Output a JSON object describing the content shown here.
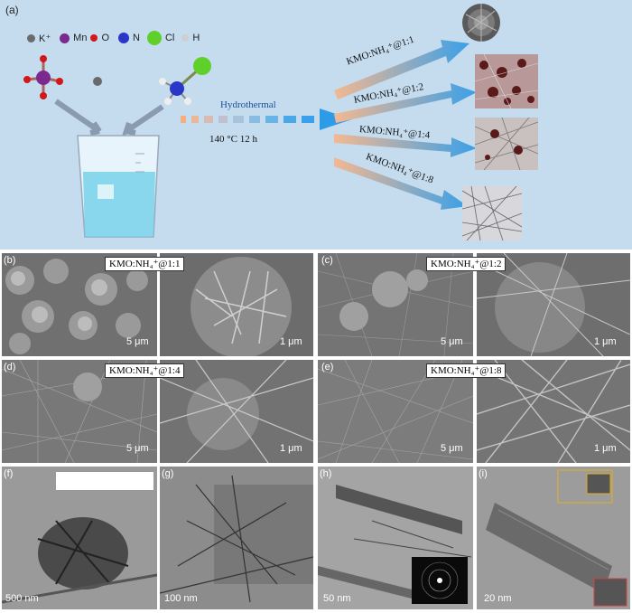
{
  "panel_a": {
    "letter": "(a)",
    "legend": [
      {
        "symbol": "K⁺",
        "color": "#6a6a6a"
      },
      {
        "symbol": "Mn",
        "color": "#7a2a8c"
      },
      {
        "symbol": "O",
        "color": "#d01818"
      },
      {
        "symbol": "N",
        "color": "#2a36c8"
      },
      {
        "symbol": "Cl",
        "color": "#5fd02a"
      },
      {
        "symbol": "H",
        "color": "#cfcfcf"
      }
    ],
    "process": "Hydrothermal",
    "conditions": "140 °C 12 h",
    "routes": [
      "KMO:NH₄⁺@1:1",
      "KMO:NH₄⁺@1:2",
      "KMO:NH₄⁺@1:4",
      "KMO:NH₄⁺@1:8"
    ]
  },
  "sem": {
    "b": {
      "letter": "(b)",
      "label": "KMO:NH₄⁺@1:1",
      "scale_left": "5 μm",
      "scale_right": "1 μm"
    },
    "c": {
      "letter": "(c)",
      "label": "KMO:NH₄⁺@1:2",
      "scale_left": "5 μm",
      "scale_right": "1 μm"
    },
    "d": {
      "letter": "(d)",
      "label": "KMO:NH₄⁺@1:4",
      "scale_left": "5 μm",
      "scale_right": "1 μm"
    },
    "e": {
      "letter": "(e)",
      "label": "KMO:NH₄⁺@1:8",
      "scale_left": "5 μm",
      "scale_right": "1 μm"
    }
  },
  "tem": {
    "f": {
      "letter": "(f)",
      "scale": "500 nm"
    },
    "g": {
      "letter": "(g)",
      "scale": "100 nm"
    },
    "h": {
      "letter": "(h)",
      "scale": "50 nm"
    },
    "i": {
      "letter": "(i)",
      "scale": "20 nm"
    }
  }
}
